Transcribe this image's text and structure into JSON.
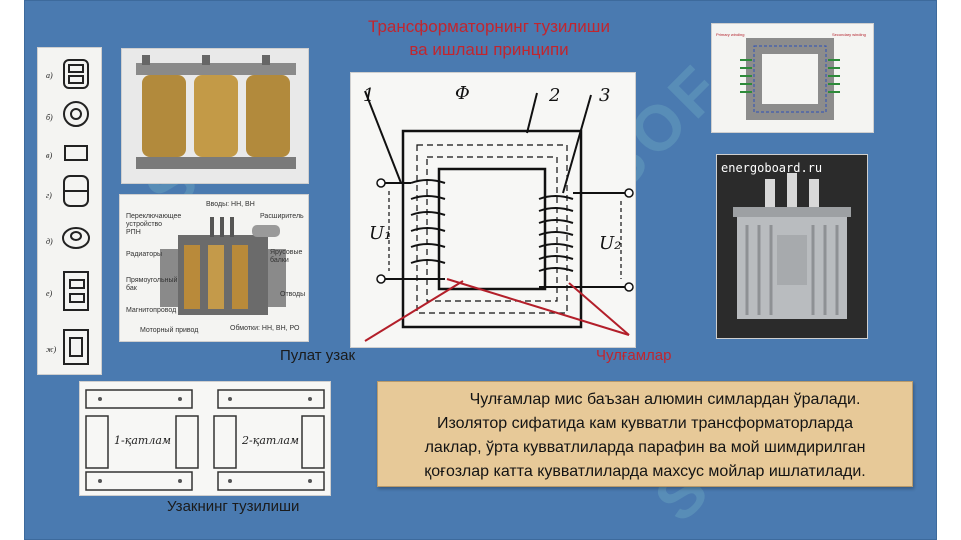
{
  "slide": {
    "title_line1": "Трансформаторнинг тузилиши",
    "title_line2": "ва ишлаш принципи",
    "labels": {
      "core": "Пулат узак",
      "windings": "Чулғамлар",
      "core_structure": "Узакнинг тузилиши"
    },
    "description": [
      "Чулғамлар мис баъзан алюмин симлардан ўралади.",
      "Изолятор сифатида кам кувватли трансформаторларда",
      "лаклар, ўрта кувватлиларда парафин ва мой шимдирилган",
      "қоғозлар катта кувватлиларда махсус мойлар ишлатилади."
    ],
    "diagram": {
      "phi": "Φ",
      "n1": "1",
      "n2": "2",
      "n3": "3",
      "u1": "U₁",
      "u2": "U₂"
    },
    "core_layers": {
      "layer1": "1-қатлам",
      "layer2": "2-қатлам"
    },
    "photo_caption": "energoboard.ru",
    "cutaway_labels": [
      "Переключающее устройство РПН",
      "Вводы: НН, ВН",
      "Расширитель",
      "Радиаторы",
      "Ярусовые балки",
      "Прямоугольный бак",
      "Отводы",
      "Магнитопровод",
      "Моторный привод",
      "Обмотки: НН, ВН, РО"
    ]
  },
  "colors": {
    "background": "#4a7ab0",
    "title": "#c0262f",
    "textbox": "#e7c998"
  }
}
